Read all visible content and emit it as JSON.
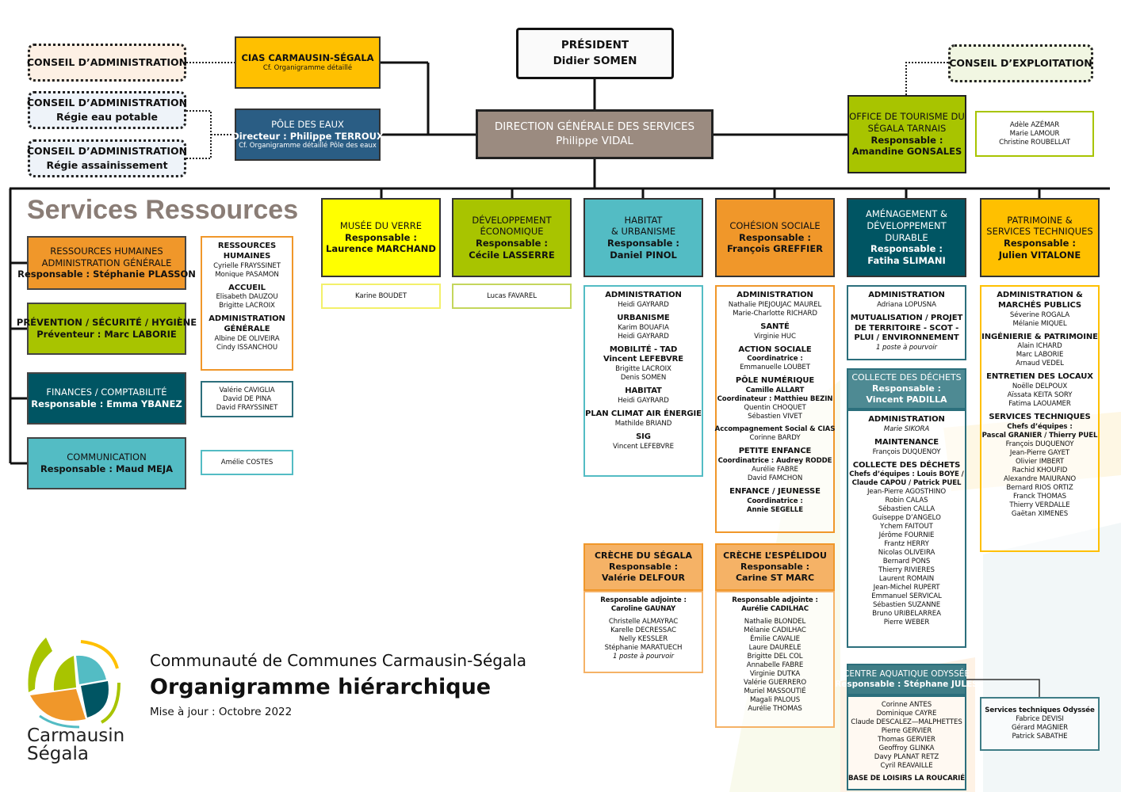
{
  "colors": {
    "orange": "#f0972a",
    "green": "#a8c400",
    "teal_dark": "#005563",
    "teal_light": "#53bcc4",
    "yellow": "#ffff00",
    "gold": "#ffc000",
    "blue": "#2a5d84",
    "taupe": "#9b8b80"
  },
  "services_title": "Services Ressources",
  "footer": {
    "organisation": "Communauté de Communes Carmausin-Ségala",
    "title": "Organigramme hiérarchique",
    "update": "Mise à jour : Octobre 2022"
  },
  "logo": {
    "line1": "Carmausin",
    "line2": "Ségala"
  },
  "boxes": {
    "ca1": [
      {
        "t": "CONSEIL D’ADMINISTRATION",
        "s": "b"
      }
    ],
    "ca2": [
      {
        "t": "CONSEIL D’ADMINISTRATION",
        "s": "b"
      },
      {
        "t": "Régie eau potable",
        "s": "b"
      }
    ],
    "ca3": [
      {
        "t": "CONSEIL D’ADMINISTRATION",
        "s": "b"
      },
      {
        "t": "Régie assainissement",
        "s": "b"
      }
    ],
    "cias": [
      {
        "t": "CIAS CARMAUSIN-SÉGALA",
        "s": "b"
      },
      {
        "t": "Cf. Organigramme détaillé",
        "s": "s"
      }
    ],
    "pole": [
      {
        "t": "PÔLE DES EAUX",
        "s": ""
      },
      {
        "t": "Directeur : Philippe TERROUX",
        "s": "b"
      },
      {
        "t": "Cf. Organigramme détaillé Pôle des eaux",
        "s": "s"
      }
    ],
    "pres": [
      {
        "t": "PRÉSIDENT",
        "s": "b"
      },
      {
        "t": "Didier SOMEN",
        "s": "b"
      }
    ],
    "dgs": [
      {
        "t": "DIRECTION GÉNÉRALE DES SERVICES",
        "s": ""
      },
      {
        "t": "Philippe VIDAL",
        "s": ""
      }
    ],
    "ce": [
      {
        "t": "CONSEIL D’EXPLOITATION",
        "s": "b"
      }
    ],
    "ot": [
      {
        "t": "OFFICE DE TOURISME DU",
        "s": ""
      },
      {
        "t": "SÉGALA TARNAIS",
        "s": ""
      },
      {
        "t": "Responsable :",
        "s": "b"
      },
      {
        "t": "Amandine GONSALES",
        "s": "b"
      }
    ],
    "otstaff": [
      {
        "t": "Adèle AZÉMAR",
        "s": ""
      },
      {
        "t": "Marie LAMOUR",
        "s": ""
      },
      {
        "t": "Christine ROUBELLAT",
        "s": ""
      }
    ],
    "rh": [
      {
        "t": "RESSOURCES HUMAINES",
        "s": ""
      },
      {
        "t": "ADMINISTRATION GÉNÉRALE",
        "s": ""
      },
      {
        "t": "Responsable : Stéphanie PLASSON",
        "s": "b"
      }
    ],
    "prev": [
      {
        "t": "PRÉVENTION / SÉCURITÉ / HYGIÈNE",
        "s": "b"
      },
      {
        "t": "Préventeur : Marc LABORIE",
        "s": "b"
      }
    ],
    "fin": [
      {
        "t": "FINANCES / COMPTABILITÉ",
        "s": ""
      },
      {
        "t": "Responsable : Emma YBANEZ",
        "s": "b"
      }
    ],
    "com": [
      {
        "t": "COMMUNICATION",
        "s": ""
      },
      {
        "t": "Responsable : Maud MEJA",
        "s": "b"
      }
    ],
    "rhstaff": [
      {
        "t": "RESSOURCES",
        "s": "b"
      },
      {
        "t": "HUMAINES",
        "s": "b"
      },
      {
        "t": "Cyrielle FRAYSSINET",
        "s": ""
      },
      {
        "t": "Monique PASAMON",
        "s": ""
      },
      {
        "t": "ACCUEIL",
        "s": "bg"
      },
      {
        "t": "Elisabeth DAUZOU",
        "s": ""
      },
      {
        "t": "Brigitte LACROIX",
        "s": ""
      },
      {
        "t": "ADMINISTRATION",
        "s": "bg"
      },
      {
        "t": "GÉNÉRALE",
        "s": "b"
      },
      {
        "t": "Albine DE OLIVEIRA",
        "s": ""
      },
      {
        "t": "Cindy ISSANCHOU",
        "s": ""
      }
    ],
    "finstaff": [
      {
        "t": "Valérie CAVIGLIA",
        "s": ""
      },
      {
        "t": "David DE PINA",
        "s": ""
      },
      {
        "t": "David FRAYSSINET",
        "s": ""
      }
    ],
    "comstaff": [
      {
        "t": "Amélie COSTES",
        "s": ""
      }
    ],
    "musee": [
      {
        "t": "MUSÉE DU VERRE",
        "s": ""
      },
      {
        "t": "Responsable :",
        "s": "b"
      },
      {
        "t": "Laurence MARCHAND",
        "s": "b"
      }
    ],
    "museestaff": [
      {
        "t": "Karine BOUDET",
        "s": ""
      }
    ],
    "dev": [
      {
        "t": "DÉVELOPPEMENT",
        "s": ""
      },
      {
        "t": "ÉCONOMIQUE",
        "s": ""
      },
      {
        "t": "Responsable :",
        "s": "b"
      },
      {
        "t": "Cécile LASSERRE",
        "s": "b"
      }
    ],
    "devstaff": [
      {
        "t": "Lucas FAVAREL",
        "s": ""
      }
    ],
    "hab": [
      {
        "t": "HABITAT",
        "s": ""
      },
      {
        "t": "& URBANISME",
        "s": ""
      },
      {
        "t": "Responsable :",
        "s": "b"
      },
      {
        "t": "Daniel PINOL",
        "s": "b"
      }
    ],
    "habstaff": [
      {
        "t": "ADMINISTRATION",
        "s": "b"
      },
      {
        "t": "Heidi GAYRARD",
        "s": ""
      },
      {
        "t": "URBANISME",
        "s": "bg"
      },
      {
        "t": "Karim BOUAFIA",
        "s": ""
      },
      {
        "t": "Heidi GAYRARD",
        "s": ""
      },
      {
        "t": "MOBILITÉ - TAD",
        "s": "bg"
      },
      {
        "t": "Vincent LEFEBVRE",
        "s": "b"
      },
      {
        "t": "Brigitte LACROIX",
        "s": ""
      },
      {
        "t": "Denis SOMEN",
        "s": ""
      },
      {
        "t": "HABITAT",
        "s": "bg"
      },
      {
        "t": "Heidi GAYRARD",
        "s": ""
      },
      {
        "t": "PLAN CLIMAT AIR ÉNERGIE",
        "s": "bg"
      },
      {
        "t": "Mathilde BRIAND",
        "s": ""
      },
      {
        "t": "SIG",
        "s": "bg"
      },
      {
        "t": "Vincent LEFEBVRE",
        "s": ""
      }
    ],
    "coh": [
      {
        "t": "COHÉSION SOCIALE",
        "s": ""
      },
      {
        "t": "Responsable :",
        "s": "b"
      },
      {
        "t": "François GREFFIER",
        "s": "b"
      }
    ],
    "cohstaff": [
      {
        "t": "ADMINISTRATION",
        "s": "b"
      },
      {
        "t": "Nathalie PIEJOUJAC MAUREL",
        "s": ""
      },
      {
        "t": "Marie-Charlotte RICHARD",
        "s": ""
      },
      {
        "t": "SANTÉ",
        "s": "bg"
      },
      {
        "t": "Virginie HUC",
        "s": ""
      },
      {
        "t": "ACTION SOCIALE",
        "s": "bg"
      },
      {
        "t": "Coordinatrice :",
        "s": "bs"
      },
      {
        "t": "Emmanuelle LOUBET",
        "s": ""
      },
      {
        "t": "PÔLE NUMÉRIQUE",
        "s": "bg"
      },
      {
        "t": "Camille ALLART",
        "s": "bs"
      },
      {
        "t": "Coordinateur : Matthieu BEZIN",
        "s": "bs"
      },
      {
        "t": "Quentin CHOQUET",
        "s": ""
      },
      {
        "t": "Sébastien VIVET",
        "s": ""
      },
      {
        "t": "Accompagnement Social & CIAS",
        "s": "bsg"
      },
      {
        "t": "Corinne BARDY",
        "s": ""
      },
      {
        "t": "PETITE ENFANCE",
        "s": "bg"
      },
      {
        "t": "Coordinatrice : Audrey RODDE",
        "s": "bs"
      },
      {
        "t": "Aurélie FABRE",
        "s": ""
      },
      {
        "t": "David FAMCHON",
        "s": ""
      },
      {
        "t": "ENFANCE / JEUNESSE",
        "s": "bg"
      },
      {
        "t": "Coordinatrice :",
        "s": "bs"
      },
      {
        "t": "Annie SEGELLE",
        "s": "bs"
      }
    ],
    "crseg": [
      {
        "t": "CRÈCHE DU SÉGALA",
        "s": "b"
      },
      {
        "t": "Responsable :",
        "s": "b"
      },
      {
        "t": "Valérie DELFOUR",
        "s": "b"
      }
    ],
    "crsegstaff": [
      {
        "t": "Responsable adjointe :",
        "s": "bs"
      },
      {
        "t": "Caroline GAUNAY",
        "s": "bs"
      },
      {
        "t": "Christelle ALMAYRAC",
        "s": "g"
      },
      {
        "t": "Karelle DECRESSAC",
        "s": ""
      },
      {
        "t": "Nelly KESSLER",
        "s": ""
      },
      {
        "t": "Stéphanie MARATUECH",
        "s": ""
      },
      {
        "t": "1 poste à pourvoir",
        "s": "i"
      }
    ],
    "cresp": [
      {
        "t": "CRÈCHE L’ESPÉLIDOU",
        "s": "b"
      },
      {
        "t": "Responsable :",
        "s": "b"
      },
      {
        "t": "Carine ST MARC",
        "s": "b"
      }
    ],
    "cresptaff": [
      {
        "t": "Responsable adjointe :",
        "s": "bs"
      },
      {
        "t": "Aurélie CADILHAC",
        "s": "bs"
      },
      {
        "t": "Nathalie BLONDEL",
        "s": "g"
      },
      {
        "t": "Mélanie CADILHAC",
        "s": ""
      },
      {
        "t": "Émilie CAVALIE",
        "s": ""
      },
      {
        "t": "Laure DAURELE",
        "s": ""
      },
      {
        "t": "Brigitte DEL COL",
        "s": ""
      },
      {
        "t": "Annabelle FABRE",
        "s": ""
      },
      {
        "t": "Virginie DUTKA",
        "s": ""
      },
      {
        "t": "Valérie GUERRERO",
        "s": ""
      },
      {
        "t": "Muriel MASSOUTIÉ",
        "s": ""
      },
      {
        "t": "Magali PALOUS",
        "s": ""
      },
      {
        "t": "Aurélie THOMAS",
        "s": ""
      }
    ],
    "amen": [
      {
        "t": "AMÉNAGEMENT &",
        "s": ""
      },
      {
        "t": "DÉVELOPPEMENT",
        "s": ""
      },
      {
        "t": "DURABLE",
        "s": ""
      },
      {
        "t": "Responsable :",
        "s": "b"
      },
      {
        "t": "Fatiha SLIMANI",
        "s": "b"
      }
    ],
    "amenstaff": [
      {
        "t": "ADMINISTRATION",
        "s": "b"
      },
      {
        "t": "Adriana LOPUSNA",
        "s": ""
      },
      {
        "t": "MUTUALISATION / PROJET",
        "s": "bg"
      },
      {
        "t": "DE TERRITOIRE - SCOT -",
        "s": "b"
      },
      {
        "t": "PLUI / ENVIRONNEMENT",
        "s": "b"
      },
      {
        "t": "1 poste à pourvoir",
        "s": "i"
      }
    ],
    "coll": [
      {
        "t": "COLLECTE DES DÉCHETS",
        "s": ""
      },
      {
        "t": "Responsable :",
        "s": "b"
      },
      {
        "t": "Vincent PADILLA",
        "s": "b"
      }
    ],
    "collstaff": [
      {
        "t": "ADMINISTRATION",
        "s": "b"
      },
      {
        "t": "Marie SIKORA",
        "s": "i"
      },
      {
        "t": "MAINTENANCE",
        "s": "bg"
      },
      {
        "t": "François DUQUENOY",
        "s": ""
      },
      {
        "t": "COLLECTE DES DÉCHETS",
        "s": "bg"
      },
      {
        "t": "Chefs d’équipes : Louis BOYE /",
        "s": "bs"
      },
      {
        "t": "Claude CAPOU / Patrick PUEL",
        "s": "bs"
      },
      {
        "t": "Jean-Pierre AGOSTHINO",
        "s": ""
      },
      {
        "t": "Robin CALAS",
        "s": ""
      },
      {
        "t": "Sébastien CALLA",
        "s": ""
      },
      {
        "t": "Guiseppe D’ANGELO",
        "s": ""
      },
      {
        "t": "Ychem FAITOUT",
        "s": ""
      },
      {
        "t": "Jérôme FOURNIE",
        "s": ""
      },
      {
        "t": "Frantz HERRY",
        "s": ""
      },
      {
        "t": "Nicolas OLIVEIRA",
        "s": ""
      },
      {
        "t": "Bernard PONS",
        "s": ""
      },
      {
        "t": "Thierry RIVIERES",
        "s": ""
      },
      {
        "t": "Laurent ROMAIN",
        "s": ""
      },
      {
        "t": "Jean-Michel RUPERT",
        "s": ""
      },
      {
        "t": "Emmanuel SERVICAL",
        "s": ""
      },
      {
        "t": "Sébastien SUZANNE",
        "s": ""
      },
      {
        "t": "Bruno URIBELARREA",
        "s": ""
      },
      {
        "t": "Pierre WEBER",
        "s": ""
      }
    ],
    "patr": [
      {
        "t": "PATRIMOINE &",
        "s": ""
      },
      {
        "t": "SERVICES TECHNIQUES",
        "s": ""
      },
      {
        "t": "Responsable :",
        "s": "b"
      },
      {
        "t": "Julien VITALONE",
        "s": "b"
      }
    ],
    "patrstaff": [
      {
        "t": "ADMINISTRATION &",
        "s": "b"
      },
      {
        "t": "MARCHÉS PUBLICS",
        "s": "b"
      },
      {
        "t": "Séverine ROGALA",
        "s": ""
      },
      {
        "t": "Mélanie MIQUEL",
        "s": ""
      },
      {
        "t": "INGÉNIERIE & PATRIMOINE",
        "s": "bg"
      },
      {
        "t": "Alain ICHARD",
        "s": ""
      },
      {
        "t": "Marc LABORIE",
        "s": ""
      },
      {
        "t": "Arnaud VEDEL",
        "s": ""
      },
      {
        "t": "ENTRETIEN DES LOCAUX",
        "s": "bg"
      },
      {
        "t": "Noëlle DELPOUX",
        "s": ""
      },
      {
        "t": "Aïssata KEITA SORY",
        "s": ""
      },
      {
        "t": "Fatima LAOUAMER",
        "s": ""
      },
      {
        "t": "SERVICES TECHNIQUES",
        "s": "bg"
      },
      {
        "t": "Chefs d’équipes :",
        "s": "bs"
      },
      {
        "t": "Pascal GRANIER / Thierry PUEL",
        "s": "bs"
      },
      {
        "t": "François DUQUENOY",
        "s": ""
      },
      {
        "t": "Jean-Pierre GAYET",
        "s": ""
      },
      {
        "t": "Olivier IMBERT",
        "s": ""
      },
      {
        "t": "Rachid KHOUFID",
        "s": ""
      },
      {
        "t": "Alexandre MAIURANO",
        "s": ""
      },
      {
        "t": "Bernard RIOS ORTIZ",
        "s": ""
      },
      {
        "t": "Franck THOMAS",
        "s": ""
      },
      {
        "t": "Thierry VERDALLE",
        "s": ""
      },
      {
        "t": "Gaëtan XIMENES",
        "s": ""
      }
    ],
    "aqua": [
      {
        "t": "CENTRE AQUATIQUE ODYSSÉE",
        "s": ""
      },
      {
        "t": "Responsable : Stéphane JULES",
        "s": "b"
      }
    ],
    "aquastaff": [
      {
        "t": "Corinne ANTES",
        "s": ""
      },
      {
        "t": "Dominique CAYRE",
        "s": ""
      },
      {
        "t": "Claude DESCALEZ—MALPHETTES",
        "s": ""
      },
      {
        "t": "Pierre GERVIER",
        "s": ""
      },
      {
        "t": "Thomas GERVIER",
        "s": ""
      },
      {
        "t": "Geoffroy GLINKA",
        "s": ""
      },
      {
        "t": "Davy PLANAT RETZ",
        "s": ""
      },
      {
        "t": "Cyril REAVAILLE",
        "s": ""
      },
      {
        "t": "BASE DE LOISIRS LA ROUCARIÉ",
        "s": "bsg"
      }
    ],
    "odtech": [
      {
        "t": "Services techniques Odyssée",
        "s": "bs"
      },
      {
        "t": "Fabrice DEVISI",
        "s": ""
      },
      {
        "t": "Gérard MAGNIER",
        "s": ""
      },
      {
        "t": "Patrick SABATHE",
        "s": ""
      }
    ]
  }
}
